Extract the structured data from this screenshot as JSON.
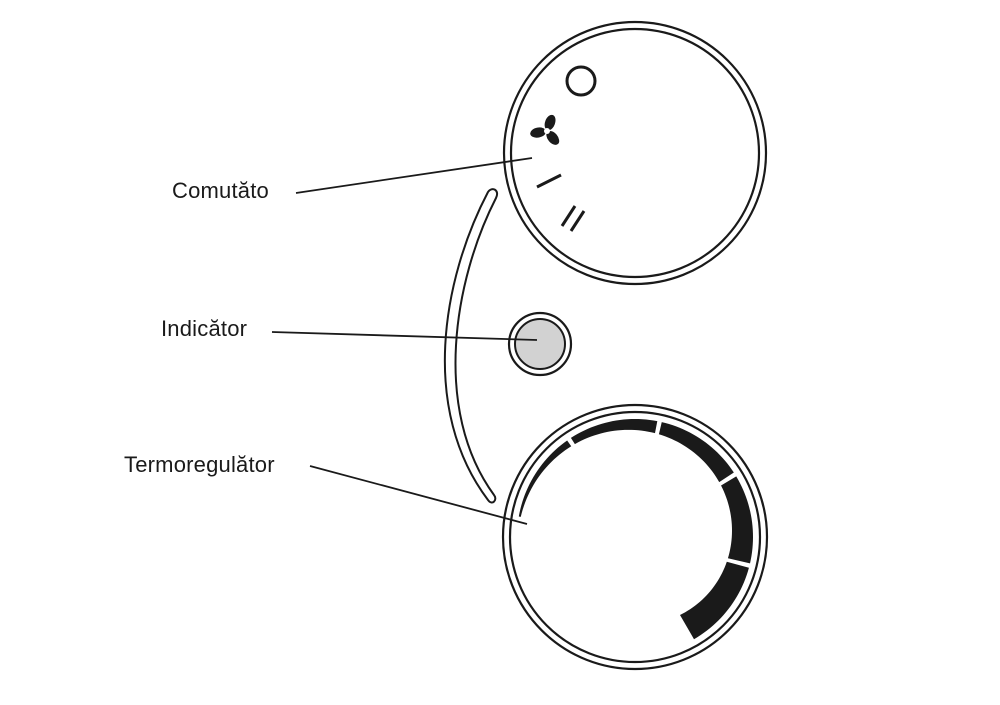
{
  "labels": {
    "switch": "Comutăto",
    "indicator": "Indicător",
    "thermostat": "Termoregulător"
  },
  "colors": {
    "stroke": "#1a1a1a",
    "indicator_fill": "#d2d2d2",
    "background": "#ffffff"
  },
  "switch_positions": [
    "off-circle-icon",
    "fan-icon",
    "roman-one-icon",
    "roman-two-icon"
  ],
  "thermostat_segments": 5
}
